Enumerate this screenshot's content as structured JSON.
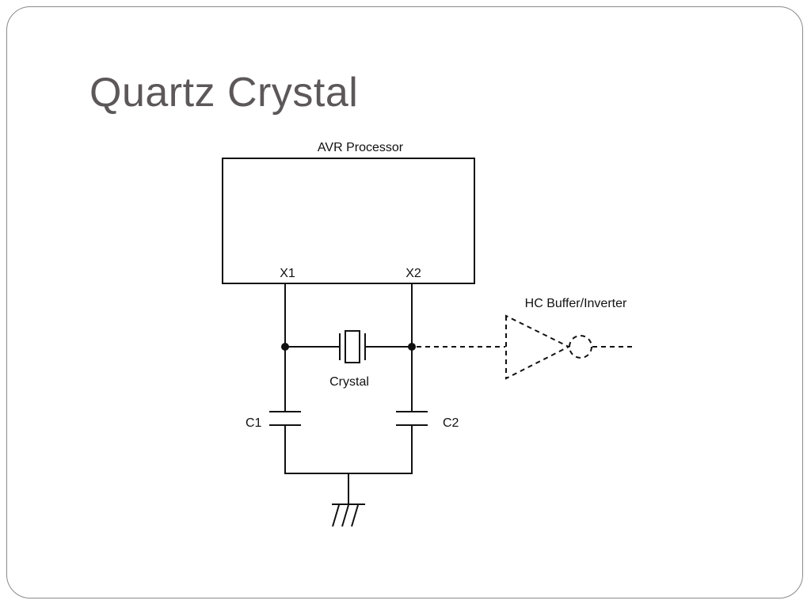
{
  "slide": {
    "title": "Quartz Crystal"
  },
  "diagram": {
    "processor_label": "AVR Processor",
    "pin_x1": "X1",
    "pin_x2": "X2",
    "crystal_label": "Crystal",
    "buffer_label": "HC Buffer/Inverter",
    "cap1_label": "C1",
    "cap2_label": "C2",
    "line_color": "#111111"
  }
}
